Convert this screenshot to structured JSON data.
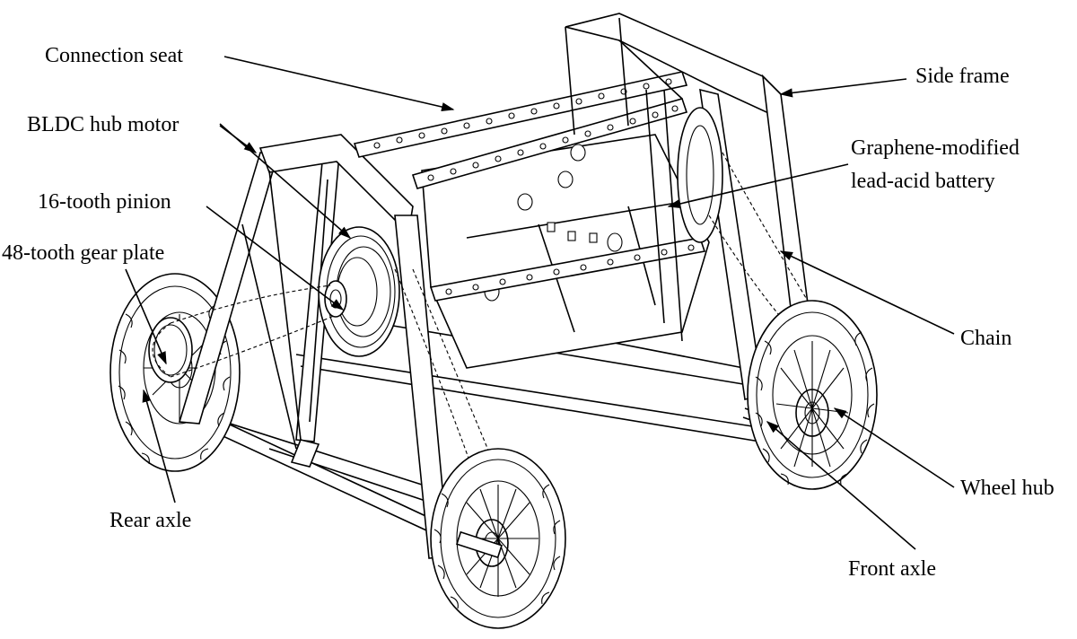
{
  "labels": {
    "connection_seat": "Connection seat",
    "side_frame": "Side frame",
    "bldc_hub_motor": "BLDC hub motor",
    "graphene_battery_line1": "Graphene-modified",
    "graphene_battery_line2": "lead-acid battery",
    "pinion_16": "16-tooth pinion",
    "gear_plate_48": "48-tooth gear plate",
    "chain": "Chain",
    "wheel_hub": "Wheel hub",
    "rear_axle": "Rear axle",
    "front_axle": "Front axle"
  },
  "colors": {
    "line": "#000000",
    "background": "#ffffff"
  }
}
